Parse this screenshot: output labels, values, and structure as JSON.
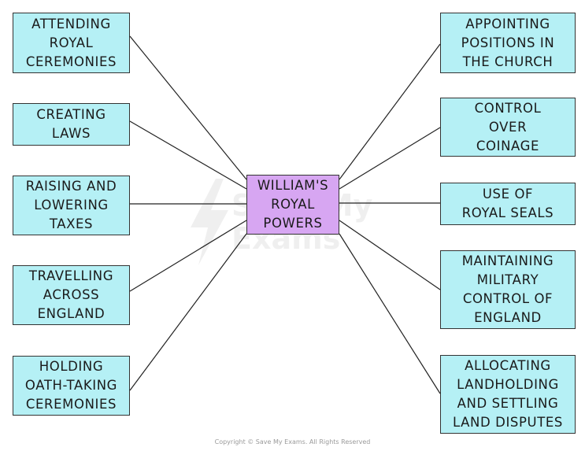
{
  "colors": {
    "box_fill": "#b5f0f5",
    "center_fill": "#d7a6f2",
    "border": "#333333",
    "line": "#222222"
  },
  "center": {
    "label": "WILLIAM'S\nROYAL\nPOWERS"
  },
  "left_items": [
    "ATTENDING\nROYAL\nCEREMONIES",
    "CREATING\nLAWS",
    "RAISING AND\nLOWERING\nTAXES",
    "TRAVELLING\nACROSS\nENGLAND",
    "HOLDING\nOATH-TAKING\nCEREMONIES"
  ],
  "right_items": [
    "APPOINTING\nPOSITIONS IN\nTHE CHURCH",
    "CONTROL\nOVER\nCOINAGE",
    "USE OF\nROYAL SEALS",
    "MAINTAINING\nMILITARY\nCONTROL OF\nENGLAND",
    "ALLOCATING\nLANDHOLDING\nAND SETTLING\nLAND DISPUTES"
  ],
  "watermark": {
    "text_line1": "Save My",
    "text_line2": "Exams",
    "icon": "lightning-bolt-icon"
  },
  "footer": {
    "copyright": "Copyright © Save My Exams. All Rights Reserved"
  }
}
